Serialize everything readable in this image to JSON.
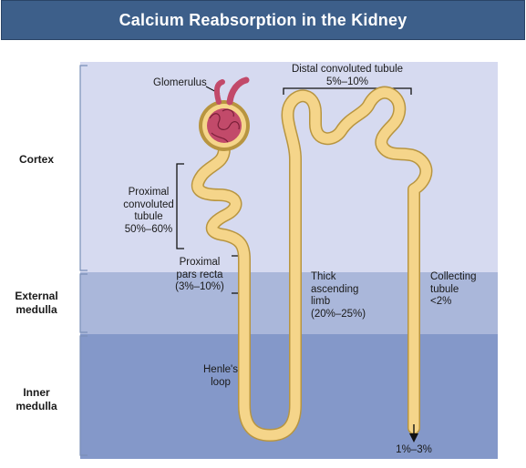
{
  "title": "Calcium Reabsorption in the Kidney",
  "zones": {
    "cortex": "Cortex",
    "external_medulla": [
      "External",
      "medulla"
    ],
    "inner_medulla": [
      "Inner",
      "medulla"
    ]
  },
  "labels": {
    "glomerulus": "Glomerulus",
    "distal_title": "Distal convoluted tubule",
    "distal_pct": "5%–10%",
    "proximal": [
      "Proximal",
      "convoluted",
      "tubule",
      "50%–60%"
    ],
    "pars_recta": [
      "Proximal",
      "pars recta",
      "(3%–10%)"
    ],
    "thick_limb": [
      "Thick",
      "ascending",
      "limb",
      "(20%–25%)"
    ],
    "collecting": [
      "Collecting",
      "tubule",
      "<2%"
    ],
    "henle": [
      "Henle's",
      "loop"
    ],
    "outflow": "1%–3%"
  },
  "colors": {
    "title_bg": "#3d5f8a",
    "cortex": "#d6daf0",
    "external_medulla": "#aab7da",
    "inner_medulla": "#8498c9",
    "tubule_fill": "#f5d58a",
    "tubule_edge": "#b89540",
    "glomerulus": "#c24a6a"
  }
}
